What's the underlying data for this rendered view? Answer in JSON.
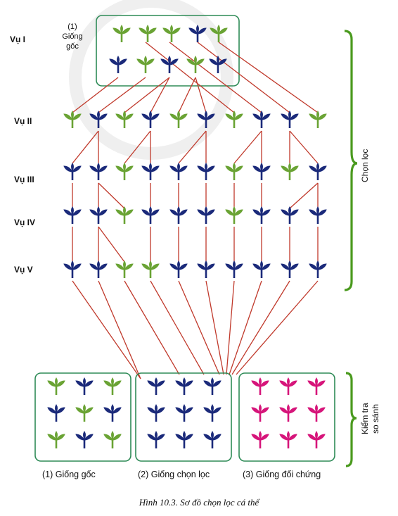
{
  "labels": {
    "season1": "Vụ I",
    "season2": "Vụ II",
    "season3": "Vụ III",
    "season4": "Vụ IV",
    "season5": "Vụ V",
    "box1_line1": "(1)",
    "box1_line2": "Giống",
    "box1_line3": "gốc",
    "selection": "Chọn lọc",
    "test_line1": "Kiểm tra",
    "test_line2": "so sánh"
  },
  "groups": {
    "original": "(1) Giống gốc",
    "selected": "(2) Giống chọn lọc",
    "control": "(3) Giống đối chứng"
  },
  "caption": "Hình 10.3. Sơ đồ chọn lọc cá thể",
  "colors": {
    "dark_plant": "#1b2a7a",
    "green_plant": "#6aa334",
    "pink_plant": "#d6157a",
    "line": "#c0392b",
    "box": "#2e8b57",
    "bracket": "#4a9a1e"
  },
  "rows": {
    "season1_top": [
      "green",
      "green",
      "green",
      "dark",
      "green"
    ],
    "season1_bottom": [
      "dark",
      "green",
      "dark",
      "green",
      "dark"
    ],
    "season2": [
      "green",
      "dark",
      "green",
      "dark",
      "green",
      "dark",
      "green",
      "dark",
      "dark",
      "green"
    ],
    "season3": [
      "dark",
      "dark",
      "green",
      "dark",
      "dark",
      "dark",
      "green",
      "dark",
      "green",
      "dark"
    ],
    "season4": [
      "dark",
      "dark",
      "green",
      "dark",
      "dark",
      "dark",
      "green",
      "dark",
      "dark",
      "dark"
    ],
    "season5": [
      "dark",
      "dark",
      "green",
      "green",
      "dark",
      "dark",
      "dark",
      "dark",
      "dark",
      "dark"
    ]
  },
  "boxes": {
    "original": [
      "green",
      "dark",
      "green",
      "dark",
      "green",
      "dark",
      "green",
      "dark",
      "green"
    ],
    "selected": [
      "dark",
      "dark",
      "dark",
      "dark",
      "dark",
      "dark",
      "dark",
      "dark",
      "dark"
    ],
    "control": [
      "pink",
      "pink",
      "pink",
      "pink",
      "pink",
      "pink",
      "pink",
      "pink",
      "pink"
    ]
  }
}
